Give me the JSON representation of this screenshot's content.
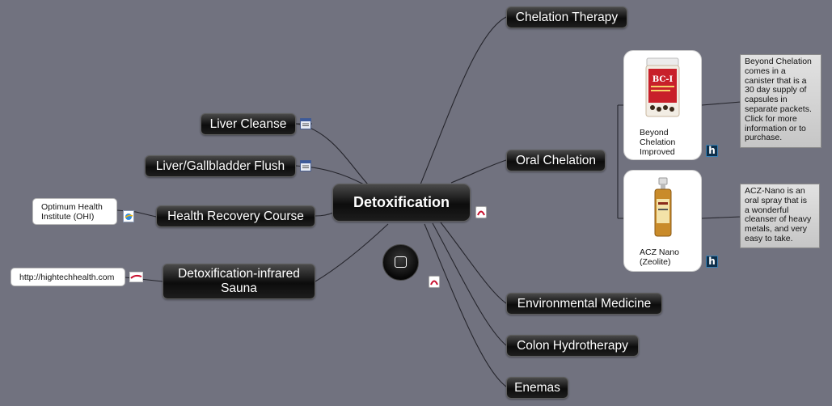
{
  "map": {
    "central": "Detoxification",
    "branches": {
      "chelation_therapy": "Chelation Therapy",
      "oral_chelation": "Oral Chelation",
      "environmental_medicine": "Environmental Medicine",
      "colon_hydrotherapy": "Colon Hydrotherapy",
      "enemas": "Enemas",
      "liver_cleanse": "Liver Cleanse",
      "liver_gallbladder_flush": "Liver/Gallbladder Flush",
      "health_recovery_course": "Health Recovery Course",
      "infrared_sauna_line1": "Detoxification-infrared",
      "infrared_sauna_line2": "Sauna"
    },
    "products": [
      {
        "label_lines": [
          "Beyond",
          "Chelation",
          "Improved"
        ],
        "product_art": "BC-I canister"
      },
      {
        "label_lines": [
          "ACZ Nano",
          "(Zeolite)"
        ],
        "product_art": "spray bottle"
      }
    ],
    "notes": [
      {
        "lines": [
          "Beyond Chelation",
          "comes in a",
          "canister that is a",
          "30 day supply of",
          "capsules in",
          "separate packets.",
          "Click for more",
          "information or to",
          "purchase."
        ]
      },
      {
        "lines": [
          "ACZ-Nano is an",
          "oral spray that is",
          "a wonderful",
          "cleanser of heavy",
          "metals, and very",
          "easy to take."
        ]
      }
    ],
    "links": {
      "ohi_line1": "Optimum Health",
      "ohi_line2": "Institute (OHI)",
      "hightech": "http://hightechhealth.com"
    },
    "icons": {
      "central_attachment": "pdf-attachment-icon",
      "floating_node_attachment": "pdf-attachment-icon",
      "liver_cleanse": "calendar-icon",
      "liver_gallbladder_flush": "calendar-icon",
      "health_recovery_course": "web-document-icon",
      "infrared_sauna": "link-icon",
      "product_links": "h-link-icon",
      "h_letter": "h"
    },
    "colors": {
      "background": "#71727f",
      "node_fill": "#111111",
      "connector": "#1f1f26",
      "note_fill": "#d6d6d6"
    }
  }
}
